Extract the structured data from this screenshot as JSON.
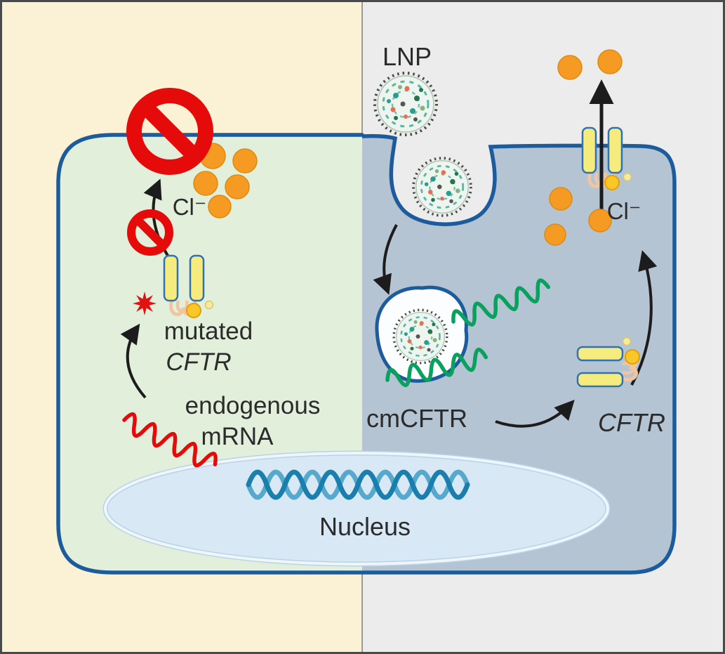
{
  "labels": {
    "lnp": "LNP",
    "cl_left": "Cl⁻",
    "cl_right": "Cl⁻",
    "mutated_line1": "mutated",
    "mutated_line2": "CFTR",
    "endogenous_line1": "endogenous",
    "endogenous_line2": "mRNA",
    "cmcftr": "cmCFTR",
    "cftr_corrected": "CFTR",
    "nucleus": "Nucleus"
  },
  "icons": {
    "prohibition_large": "no-entry-sign",
    "prohibition_small": "no-entry-sign",
    "lnp_particle": "lipid-nanoparticle",
    "chloride_ion": "orange-dot",
    "cftr_channel": "yellow-membrane-channel",
    "mutation_star": "red-burst",
    "mrna_wave_red": "red-zigzag",
    "mrna_wave_green": "green-zigzag",
    "dna_helix": "double-helix"
  },
  "colors": {
    "left_panel_bg": "#fbf2d5",
    "right_panel_bg": "#ececec",
    "left_cell_fill": "#e1efdb",
    "right_cell_fill": "#b5c4d2",
    "membrane": "#1c5c9c",
    "nucleus_fill": "#d8e9f5",
    "nucleus_stroke": "#eef6fc",
    "dna_dark": "#1b7fae",
    "dna_light": "#56a8cc",
    "prohibition_red": "#e50b0b",
    "mrna_red": "#e50b0b",
    "mrna_green": "#0aa15f",
    "chloride_orange": "#f59b23",
    "channel_yellow": "#f6eb7d",
    "channel_outline": "#3172b5",
    "regulatory_yellow": "#f9c728",
    "loop_peach": "#f3c4a0",
    "arrow_black": "#1c1c1c",
    "text": "#2b2b2b"
  }
}
